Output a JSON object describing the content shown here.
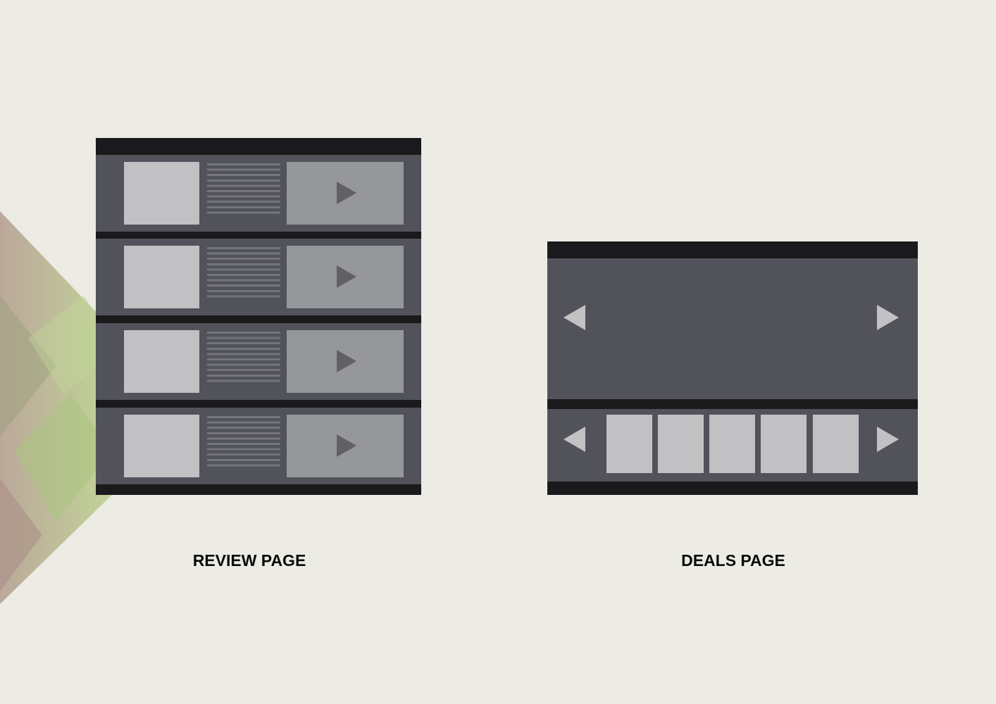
{
  "review": {
    "label": "REVIEW PAGE",
    "rows": [
      {
        "thumbnail": "image-placeholder",
        "text": "text-lines",
        "media": "video-placeholder"
      },
      {
        "thumbnail": "image-placeholder",
        "text": "text-lines",
        "media": "video-placeholder"
      },
      {
        "thumbnail": "image-placeholder",
        "text": "text-lines",
        "media": "video-placeholder"
      },
      {
        "thumbnail": "image-placeholder",
        "text": "text-lines",
        "media": "video-placeholder"
      }
    ]
  },
  "deals": {
    "label": "DEALS PAGE",
    "carousel_tile_count": 5
  },
  "colors": {
    "background": "#ecebe4",
    "frame": "#1a1a1c",
    "panel": "#52525b",
    "placeholder": "#c1c1c3",
    "video": "#95979a",
    "accent_green": "#b8cf8a"
  },
  "icons": [
    "play-icon",
    "arrow-left-icon",
    "arrow-right-icon"
  ]
}
